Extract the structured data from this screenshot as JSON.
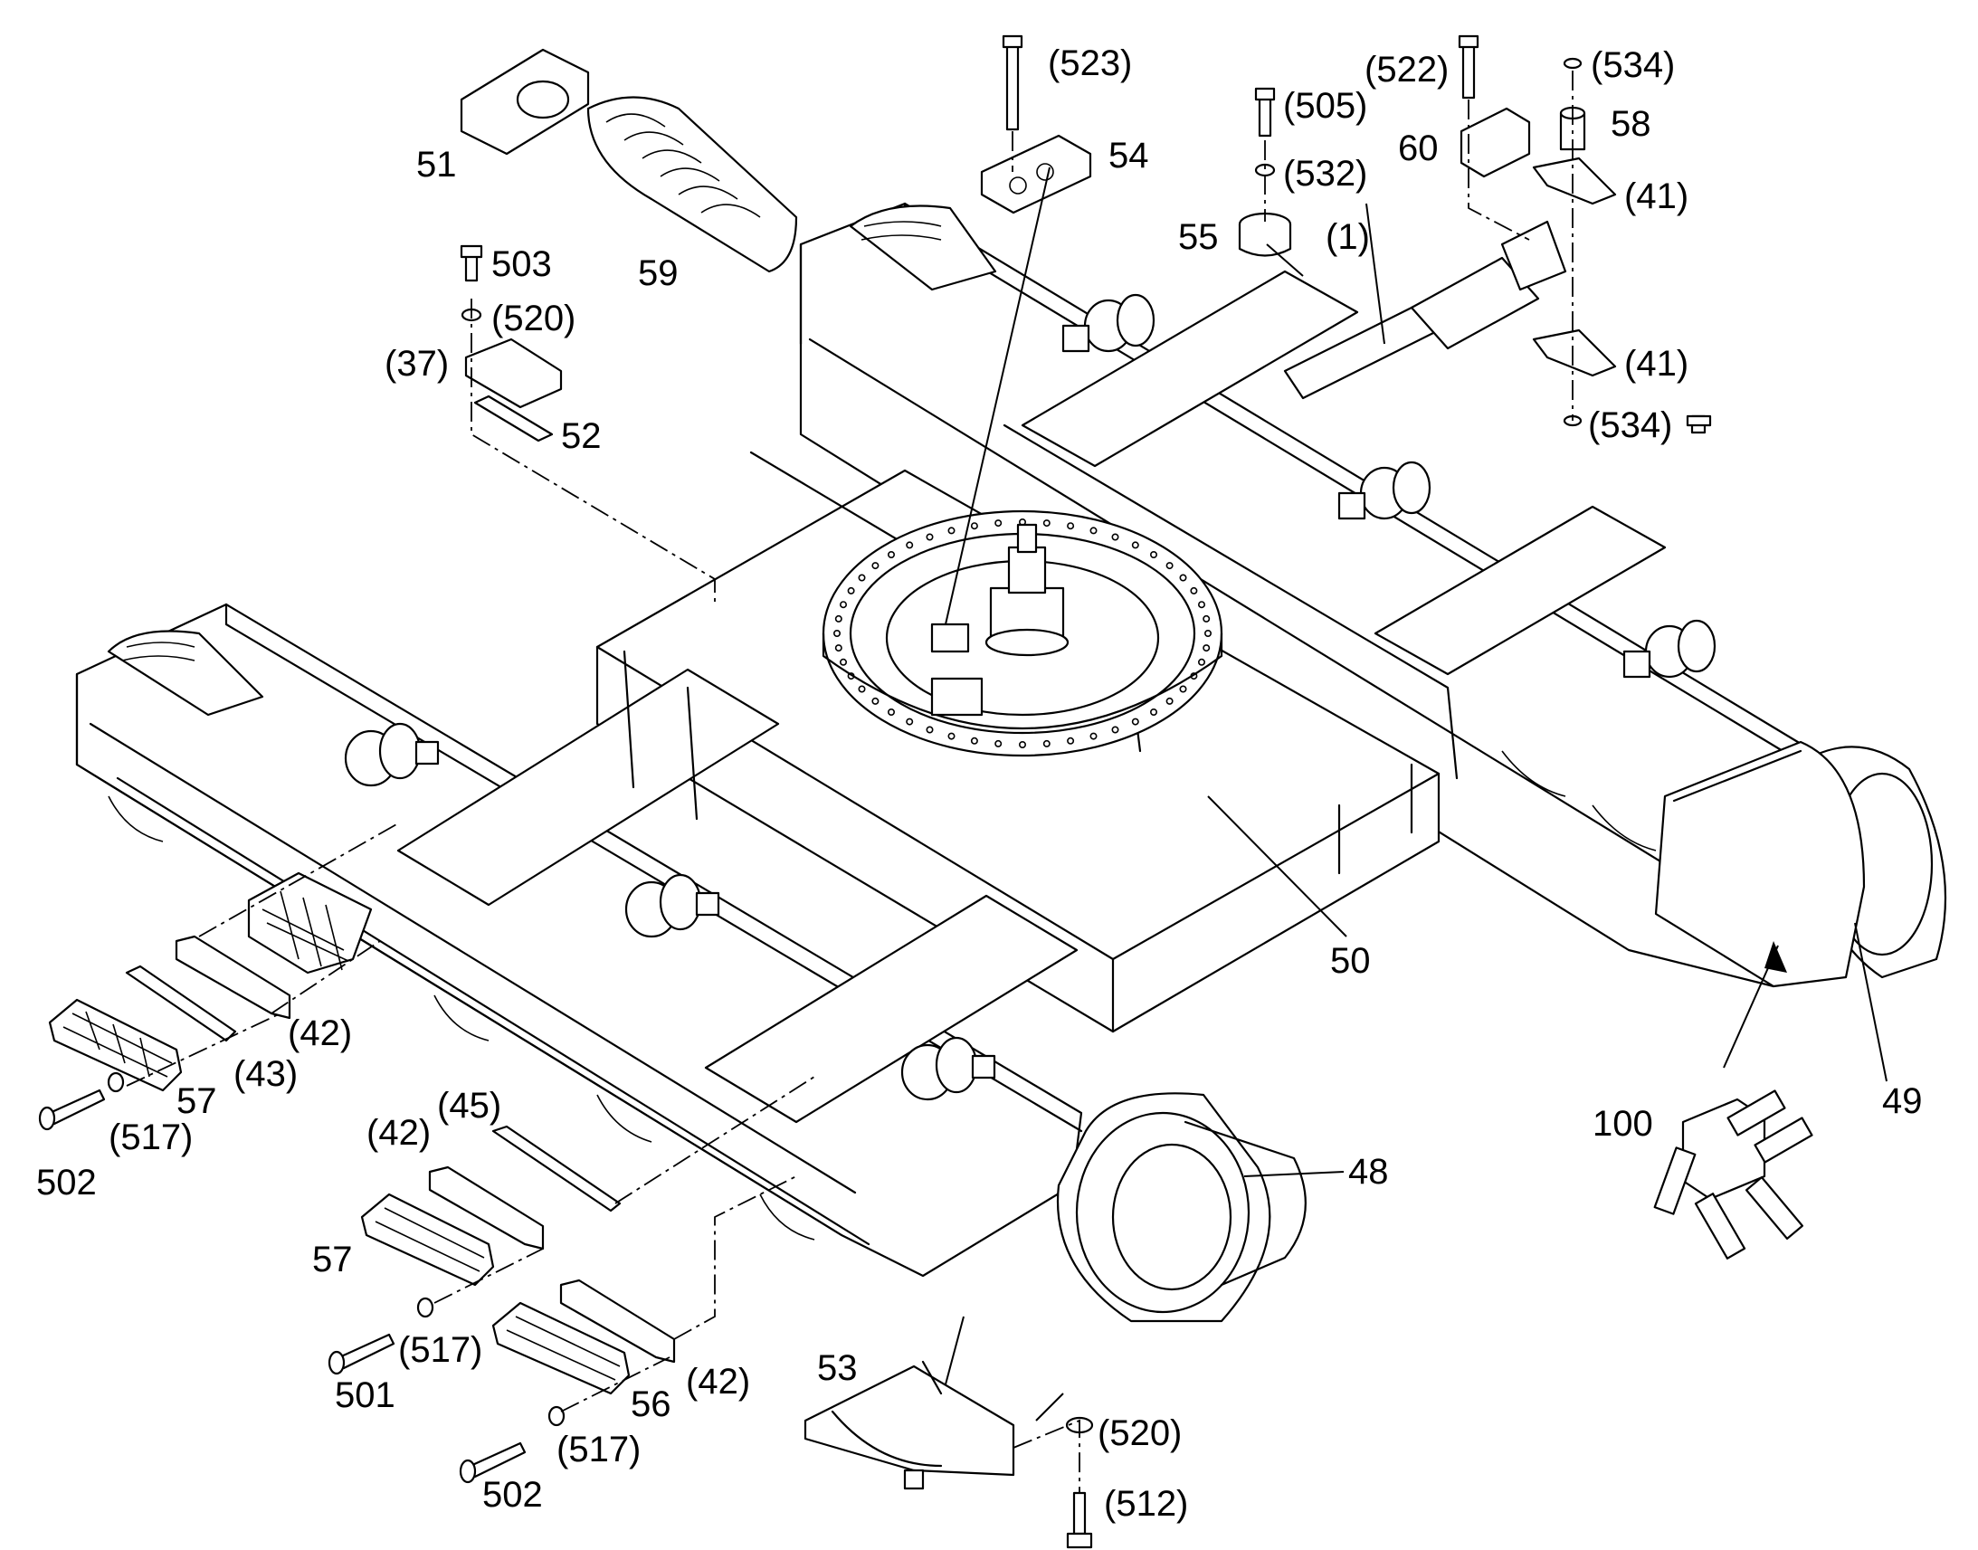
{
  "callouts": [
    {
      "id": "c1",
      "text": "(523)"
    },
    {
      "id": "c2",
      "text": "(522)"
    },
    {
      "id": "c3",
      "text": "(534)"
    },
    {
      "id": "c4",
      "text": "(505)"
    },
    {
      "id": "c5",
      "text": "58"
    },
    {
      "id": "c6",
      "text": "51"
    },
    {
      "id": "c7",
      "text": "54"
    },
    {
      "id": "c8",
      "text": "60"
    },
    {
      "id": "c9",
      "text": "(532)"
    },
    {
      "id": "c10",
      "text": "(41)"
    },
    {
      "id": "c11",
      "text": "55"
    },
    {
      "id": "c12",
      "text": "(1)"
    },
    {
      "id": "c13",
      "text": "503"
    },
    {
      "id": "c14",
      "text": "59"
    },
    {
      "id": "c15",
      "text": "(520)"
    },
    {
      "id": "c16",
      "text": "(37)"
    },
    {
      "id": "c17",
      "text": "(41)"
    },
    {
      "id": "c18",
      "text": "52"
    },
    {
      "id": "c19",
      "text": "(534)"
    },
    {
      "id": "c20",
      "text": "50"
    },
    {
      "id": "c21",
      "text": "(42)"
    },
    {
      "id": "c22",
      "text": "(43)"
    },
    {
      "id": "c23",
      "text": "57"
    },
    {
      "id": "c24",
      "text": "(517)"
    },
    {
      "id": "c25",
      "text": "502"
    },
    {
      "id": "c26",
      "text": "49"
    },
    {
      "id": "c27",
      "text": "100"
    },
    {
      "id": "c28",
      "text": "(45)"
    },
    {
      "id": "c29",
      "text": "(42)"
    },
    {
      "id": "c30",
      "text": "48"
    },
    {
      "id": "c31",
      "text": "57"
    },
    {
      "id": "c32",
      "text": "(517)"
    },
    {
      "id": "c33",
      "text": "53"
    },
    {
      "id": "c34",
      "text": "501"
    },
    {
      "id": "c35",
      "text": "56"
    },
    {
      "id": "c36",
      "text": "(42)"
    },
    {
      "id": "c37",
      "text": "(520)"
    },
    {
      "id": "c38",
      "text": "(517)"
    },
    {
      "id": "c39",
      "text": "502"
    },
    {
      "id": "c40",
      "text": "(512)"
    }
  ]
}
